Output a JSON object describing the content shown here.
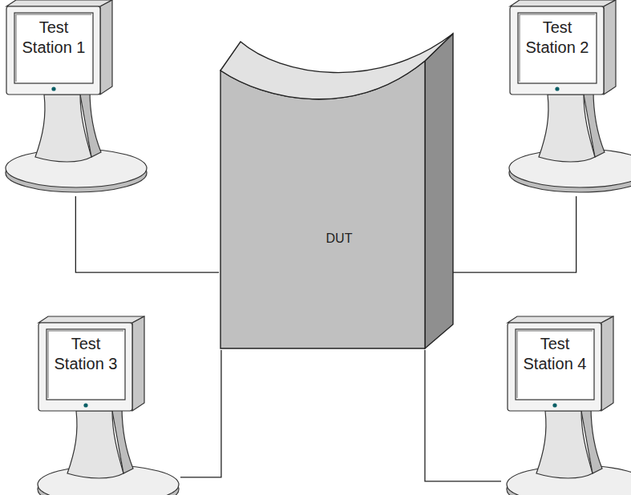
{
  "diagram": {
    "nodes": [
      {
        "text": [
          "Test Station 1"
        ]
      },
      {
        "text": [
          "Test Station 2"
        ]
      },
      {
        "text": [
          "DUT"
        ]
      },
      {
        "text": [
          "Test Station 3"
        ]
      },
      {
        "text": [
          "Test Station 4"
        ]
      }
    ],
    "edges": [
      {
        "from": 0,
        "to": 2,
        "arrow": "none"
      },
      {
        "from": 1,
        "to": 2,
        "arrow": "none"
      },
      {
        "from": 3,
        "to": 2,
        "arrow": "none"
      },
      {
        "from": 4,
        "to": 2,
        "arrow": "none"
      }
    ]
  }
}
